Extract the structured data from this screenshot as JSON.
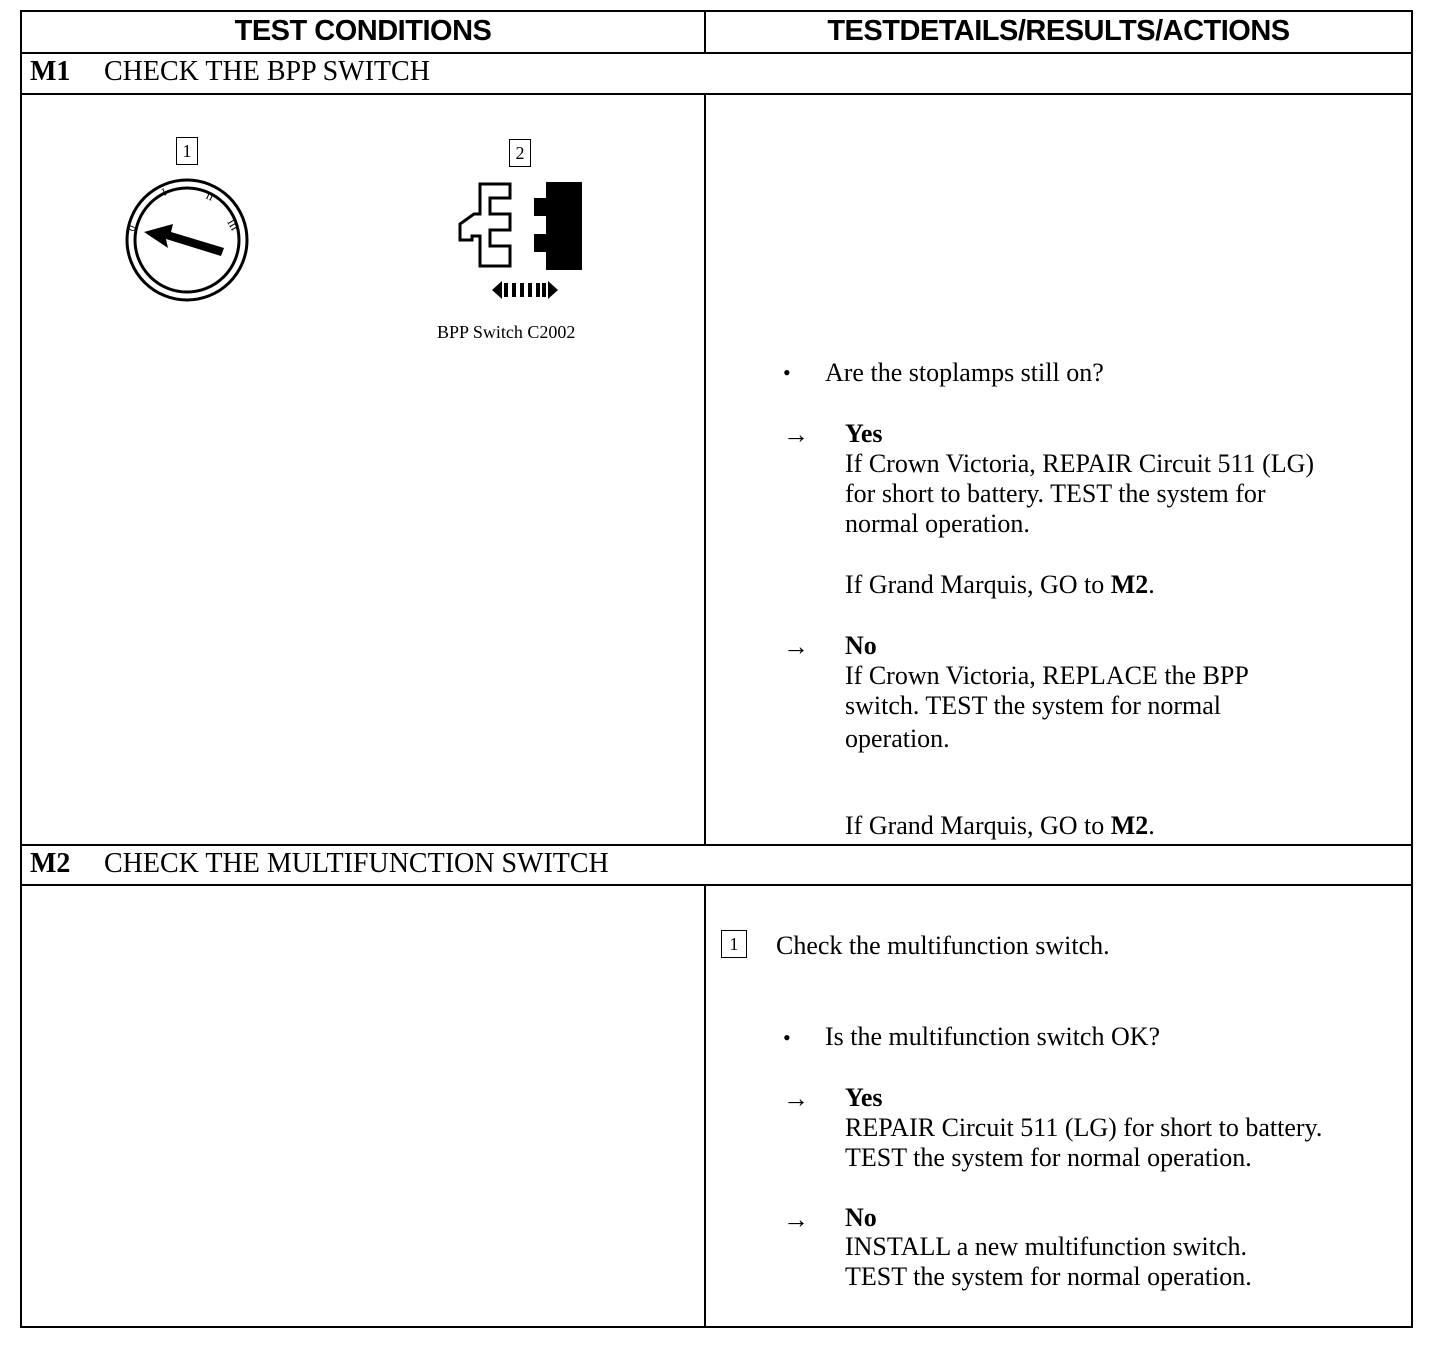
{
  "headers": {
    "left": "TEST CONDITIONS",
    "right": "TESTDETAILS/RESULTS/ACTIONS"
  },
  "m1": {
    "id": "M1",
    "title": "CHECK THE BPP SWITCH",
    "figure1_num": "1",
    "figure2_num": "2",
    "figure2_caption": "BPP Switch C2002",
    "question": "Are the stoplamps still on?",
    "yes_label": "Yes",
    "yes_lines": [
      "If Crown Victoria, REPAIR Circuit 511 (LG)",
      "for short to battery. TEST the system for",
      "normal operation."
    ],
    "yes_go_prefix": "If Grand Marquis, GO to ",
    "yes_go_target": "M2",
    "yes_go_suffix": ".",
    "no_label": "No",
    "no_lines": [
      "If Crown Victoria, REPLACE the BPP",
      "switch.  TEST the system  for normal",
      "operation."
    ],
    "no_go_prefix": "If Grand Marquis, GO to ",
    "no_go_target": "M2",
    "no_go_suffix": "."
  },
  "m2": {
    "id": "M2",
    "title": "CHECK THE MULTIFUNCTION SWITCH",
    "step_num": "1",
    "step_text": "Check the multifunction switch.",
    "question": "Is the multifunction switch OK?",
    "yes_label": "Yes",
    "yes_lines": [
      "REPAIR Circuit 511 (LG) for short to battery.",
      "TEST the system for normal operation."
    ],
    "no_label": "No",
    "no_lines": [
      "INSTALL a new multifunction switch.",
      "TEST the system for normal operation."
    ]
  },
  "symbols": {
    "bullet": "•",
    "arrow": "→"
  },
  "icons": [
    "ignition-switch-icon",
    "bpp-switch-connector-icon"
  ]
}
